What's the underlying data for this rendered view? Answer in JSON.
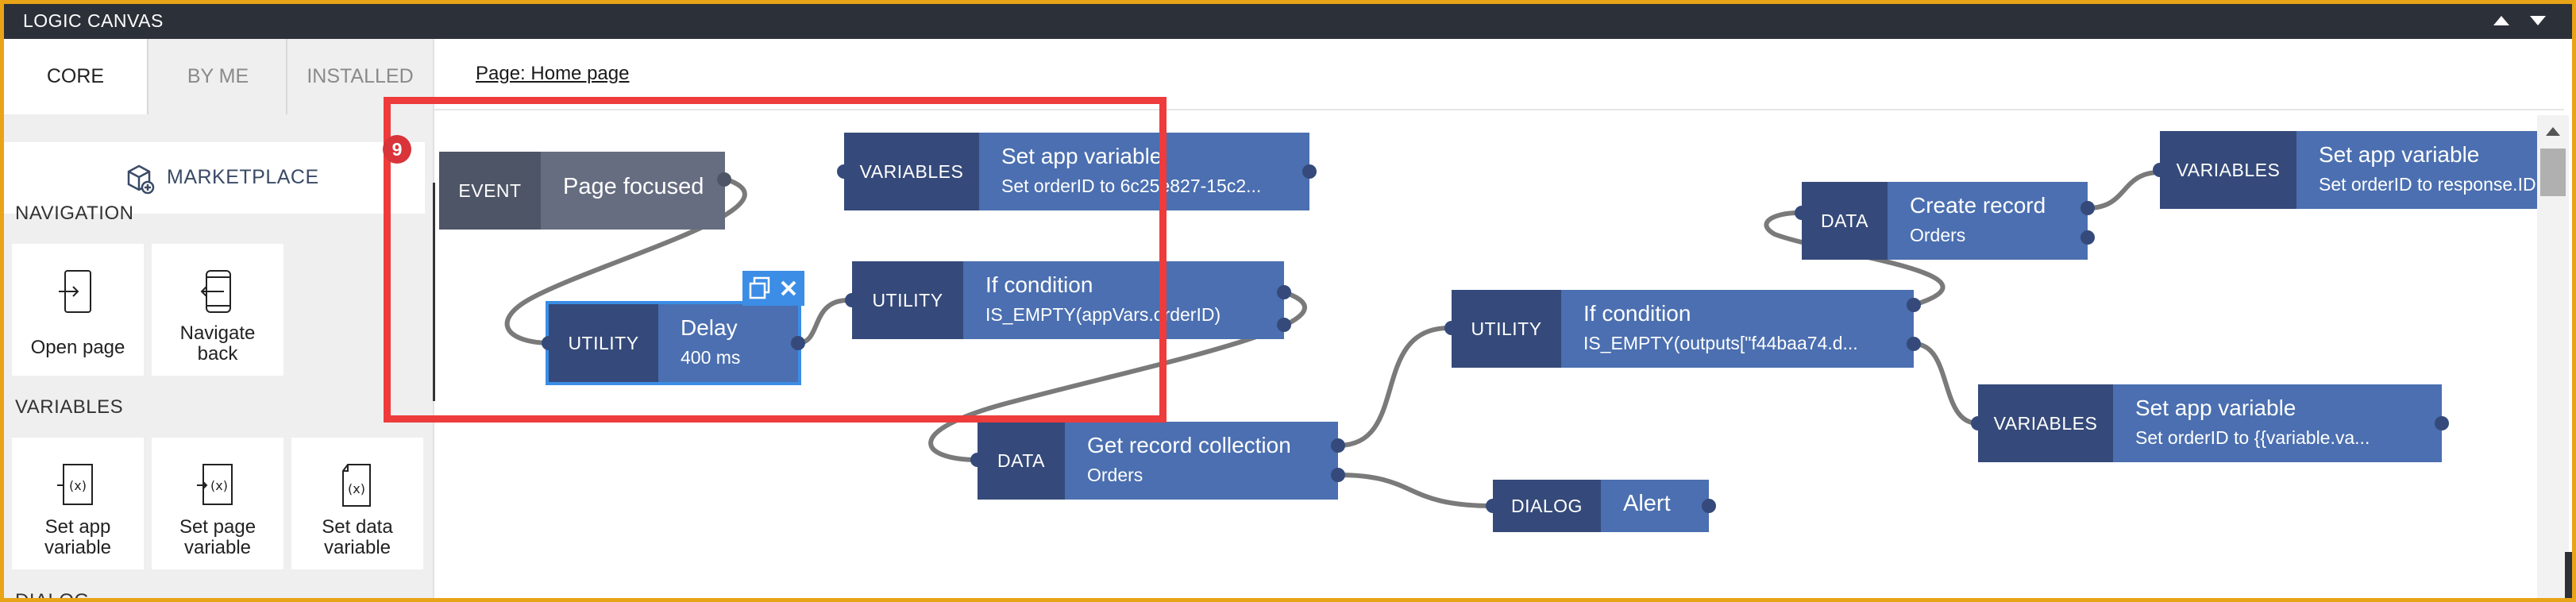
{
  "window": {
    "title": "LOGIC CANVAS"
  },
  "sidebar": {
    "tabs": [
      {
        "label": "CORE",
        "active": true
      },
      {
        "label": "BY ME"
      },
      {
        "label": "INSTALLED"
      }
    ],
    "marketplace_label": "MARKETPLACE",
    "sections": {
      "navigation": "NAVIGATION",
      "variables": "VARIABLES",
      "dialog": "DIALOG"
    },
    "navigation_items": [
      {
        "label": "Open page",
        "icon": "open-page-icon"
      },
      {
        "label_line1": "Navigate",
        "label_line2": "back",
        "icon": "navigate-back-icon"
      }
    ],
    "variables_items": [
      {
        "label_line1": "Set app",
        "label_line2": "variable",
        "icon": "set-app-variable-icon"
      },
      {
        "label_line1": "Set page",
        "label_line2": "variable",
        "icon": "set-page-variable-icon"
      },
      {
        "label_line1": "Set data",
        "label_line2": "variable",
        "icon": "set-data-variable-icon"
      }
    ]
  },
  "canvas": {
    "breadcrumb": "Page: Home page",
    "badge_count": "9",
    "nodes": {
      "page_focused": {
        "category": "EVENT",
        "title": "Page focused"
      },
      "delay": {
        "category": "UTILITY",
        "title": "Delay",
        "subtitle": "400 ms"
      },
      "set_app_variable_1": {
        "category": "VARIABLES",
        "title": "Set app variable",
        "subtitle": "Set orderID to 6c25e827-15c2..."
      },
      "if_condition_1": {
        "category": "UTILITY",
        "title": "If condition",
        "subtitle": "IS_EMPTY(appVars.orderID)"
      },
      "get_record_collection": {
        "category": "DATA",
        "title": "Get record collection",
        "subtitle": "Orders"
      },
      "alert": {
        "category": "DIALOG",
        "title": "Alert"
      },
      "if_condition_2": {
        "category": "UTILITY",
        "title": "If condition",
        "subtitle": "IS_EMPTY(outputs[\"f44baa74.d..."
      },
      "create_record": {
        "category": "DATA",
        "title": "Create record",
        "subtitle": "Orders"
      },
      "set_app_variable_2": {
        "category": "VARIABLES",
        "title": "Set app variable",
        "subtitle": "Set orderID to response.ID"
      },
      "set_app_variable_3": {
        "category": "VARIABLES",
        "title": "Set app variable",
        "subtitle": "Set orderID to {{variable.va..."
      }
    }
  },
  "colors": {
    "frame_border": "#e8a317",
    "node_dark": "#354a7a",
    "node_body": "#4b6fb0",
    "event_dark": "#4e5566",
    "event_body": "#666d80",
    "selection": "#ee3b3b",
    "badge": "#d8343a",
    "node_tools": "#3b8de6"
  }
}
